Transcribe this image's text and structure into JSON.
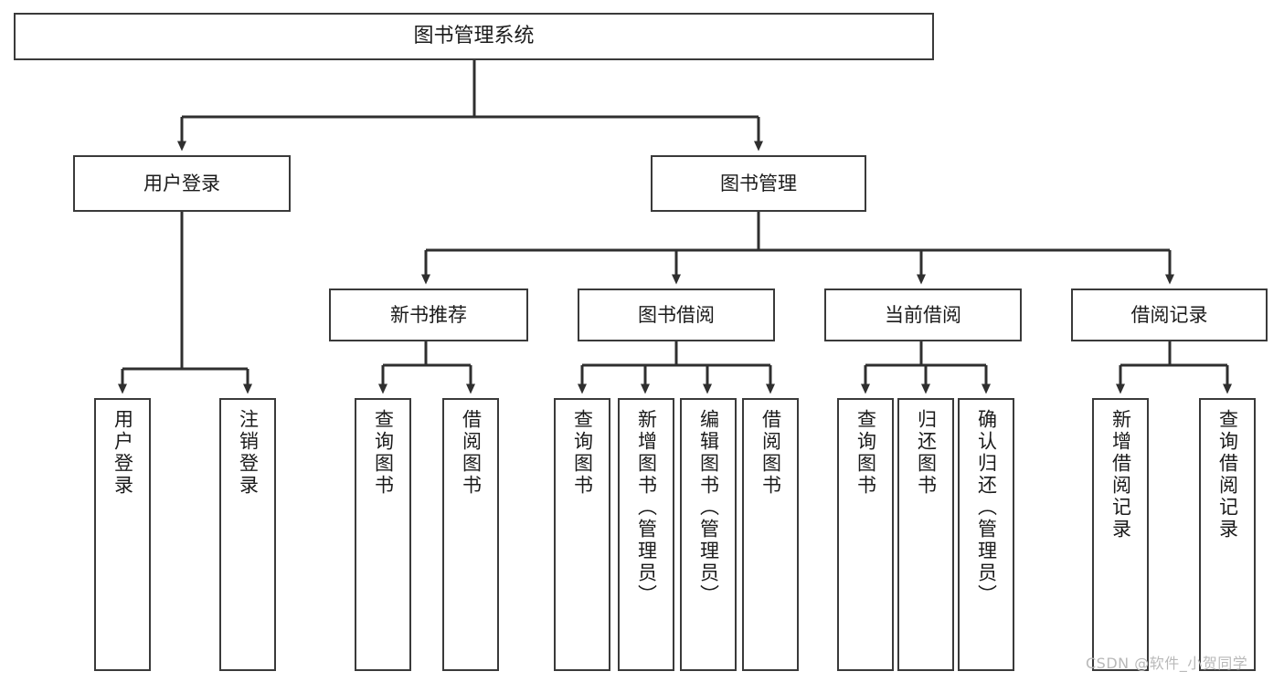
{
  "diagram": {
    "title": "图书管理系统",
    "type": "tree",
    "watermark": "CSDN @软件_小贺同学",
    "colors": {
      "box_border": "#3a3a3a",
      "box_fill": "#ffffff",
      "connector": "#2f2f2f",
      "text": "#1b1b1b",
      "watermark": "#b9b9b9"
    },
    "root": {
      "label": "图书管理系统"
    },
    "level2": [
      {
        "label": "用户登录"
      },
      {
        "label": "图书管理"
      }
    ],
    "level3": [
      {
        "label": "新书推荐"
      },
      {
        "label": "图书借阅"
      },
      {
        "label": "当前借阅"
      },
      {
        "label": "借阅记录"
      }
    ],
    "leaves": {
      "user_login": [
        {
          "label": "用户登录"
        },
        {
          "label": "注销登录"
        }
      ],
      "new_book_recommend": [
        {
          "label": "查询图书"
        },
        {
          "label": "借阅图书"
        }
      ],
      "book_borrow": [
        {
          "label": "查询图书"
        },
        {
          "label": "新增图书（管理员）"
        },
        {
          "label": "编辑图书（管理员）"
        },
        {
          "label": "借阅图书"
        }
      ],
      "current_borrow": [
        {
          "label": "查询图书"
        },
        {
          "label": "归还图书"
        },
        {
          "label": "确认归还（管理员）"
        }
      ],
      "borrow_record": [
        {
          "label": "新增借阅记录"
        },
        {
          "label": "查询借阅记录"
        }
      ]
    }
  }
}
